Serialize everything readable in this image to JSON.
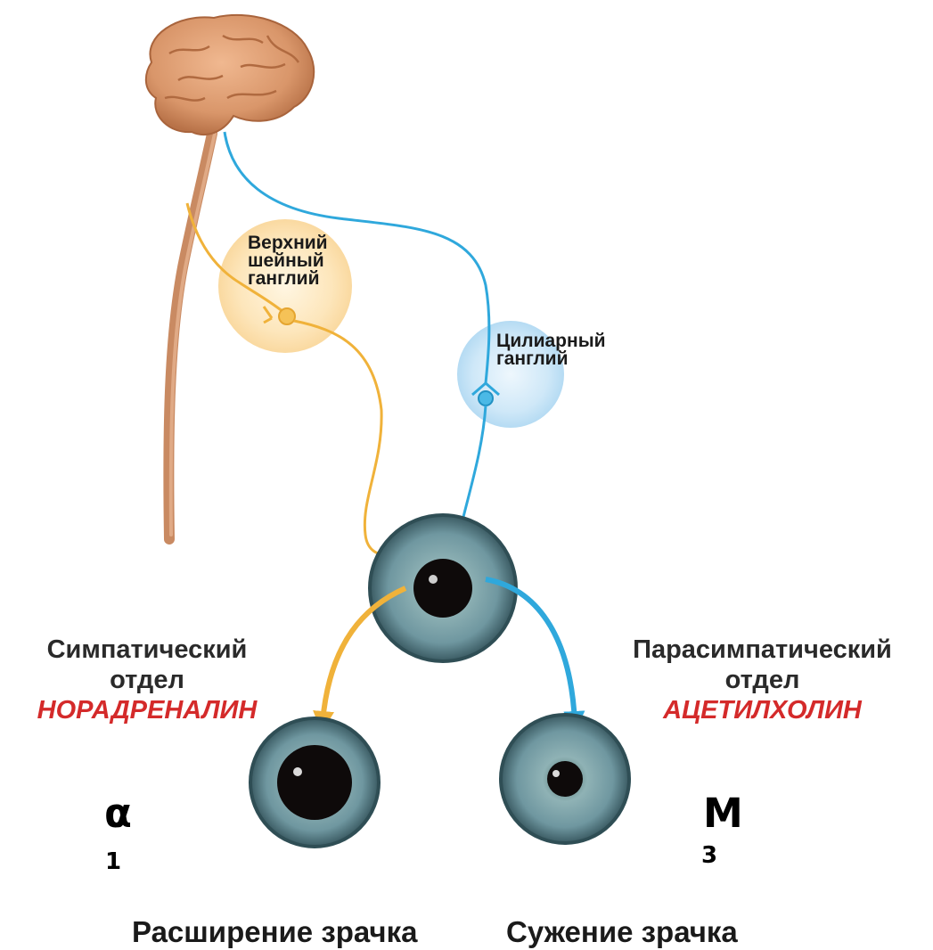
{
  "ganglia": {
    "superior_cervical": [
      "Верхний",
      "шейный",
      "ганглий"
    ],
    "ciliary": [
      "Цилиарный",
      "ганглий"
    ]
  },
  "sympathetic": {
    "division_line1": "Симпатический",
    "division_line2": "отдел",
    "transmitter": "НОРАДРЕНАЛИН",
    "receptor_symbol": "α",
    "receptor_sub": "1",
    "effect": "Расширение зрачка",
    "color": "#f0b23a"
  },
  "parasympathetic": {
    "division_line1": "Парасимпатический",
    "division_line2": "отдел",
    "transmitter": "АЦЕТИЛХОЛИН",
    "receptor_symbol": "М",
    "receptor_sub": "3",
    "effect": "Сужение зрачка",
    "color": "#2fa8dc"
  },
  "colors": {
    "transmitter_text": "#d42a2a",
    "brain": "#d9966a",
    "iris": "#6f97a0"
  }
}
